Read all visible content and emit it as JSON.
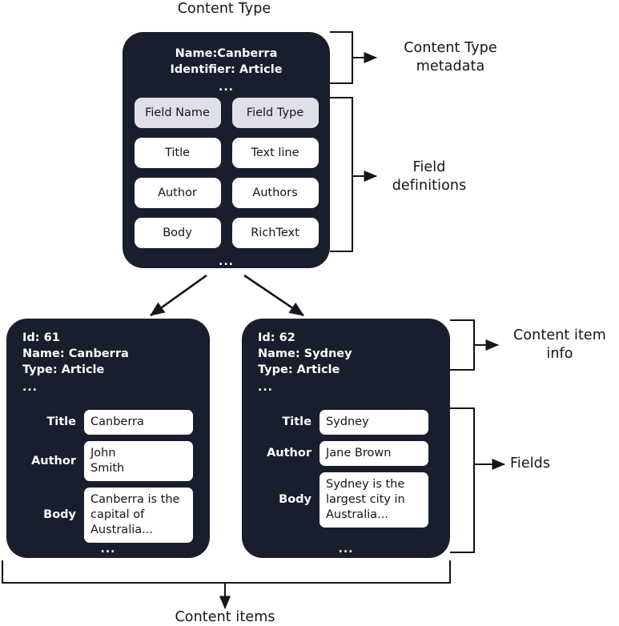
{
  "titles": {
    "top": "Content Type",
    "bottom": "Content items"
  },
  "annotations": {
    "content_type_metadata": "Content Type\nmetadata",
    "field_definitions": "Field\ndefinitions",
    "content_item_info": "Content item\ninfo",
    "fields": "Fields"
  },
  "content_type": {
    "meta": {
      "name": "Name:Canberra",
      "identifier": "Identifier: Article",
      "more": "..."
    },
    "columns": [
      "Field Name",
      "Field Type"
    ],
    "field_definitions": [
      {
        "name": "Title",
        "type": "Text line"
      },
      {
        "name": "Author",
        "type": "Authors"
      },
      {
        "name": "Body",
        "type": "RichText"
      }
    ],
    "more": "..."
  },
  "content_items": [
    {
      "info": {
        "id": "Id: 61",
        "name": "Name: Canberra",
        "type": "Type: Article",
        "more": "..."
      },
      "fields": [
        {
          "label": "Title",
          "value": "Canberra",
          "lines": 1
        },
        {
          "label": "Author",
          "value": "John\nSmith",
          "lines": 2
        },
        {
          "label": "Body",
          "value": "Canberra is the\ncapital of\nAustralia...",
          "lines": 3
        }
      ],
      "more": "..."
    },
    {
      "info": {
        "id": "Id: 62",
        "name": "Name: Sydney",
        "type": "Type: Article",
        "more": "..."
      },
      "fields": [
        {
          "label": "Title",
          "value": "Sydney",
          "lines": 1
        },
        {
          "label": "Author",
          "value": "Jane Brown",
          "lines": 1
        },
        {
          "label": "Body",
          "value": "Sydney is the\nlargest city in\nAustralia...",
          "lines": 3
        }
      ],
      "more": "..."
    }
  ],
  "colors": {
    "card_background": "#191e2c",
    "page_background": "#ffffff",
    "chip_header_background": "#dedfe7",
    "chip_background": "#ffffff",
    "line": "#15151a",
    "text_dark": "#15151a",
    "text_light": "#ffffff"
  }
}
